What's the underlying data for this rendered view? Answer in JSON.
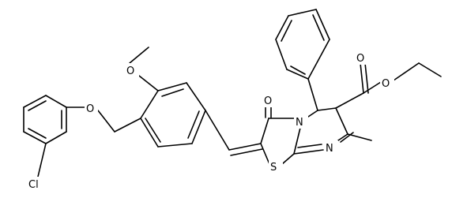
{
  "diagram": {
    "type": "chemical-structure",
    "atom_labels": {
      "cl": "Cl",
      "o_ether": "O",
      "o_methoxy": "O",
      "o_ketone": "O",
      "n_ring": "N",
      "n_imine": "N",
      "s_ring": "S",
      "o_ester_carbonyl": "O",
      "o_ester": "O"
    }
  }
}
